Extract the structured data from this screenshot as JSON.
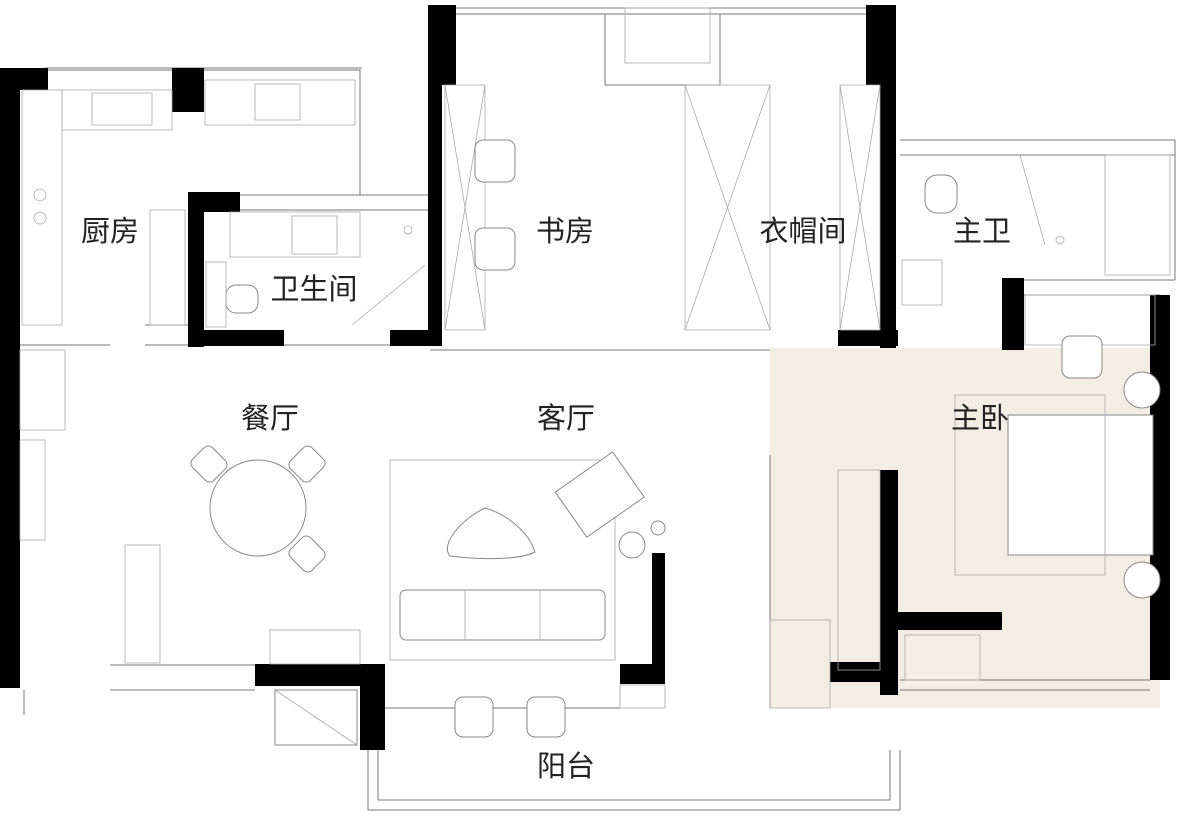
{
  "colors": {
    "wall": "#000000",
    "highlight": "#f3eee4"
  },
  "rooms": {
    "kitchen": "厨房",
    "bathroom": "卫生间",
    "study": "书房",
    "cloakroom": "衣帽间",
    "master_bath": "主卫",
    "dining": "餐厅",
    "living": "客厅",
    "master_bedroom": "主卧",
    "balcony": "阳台"
  }
}
